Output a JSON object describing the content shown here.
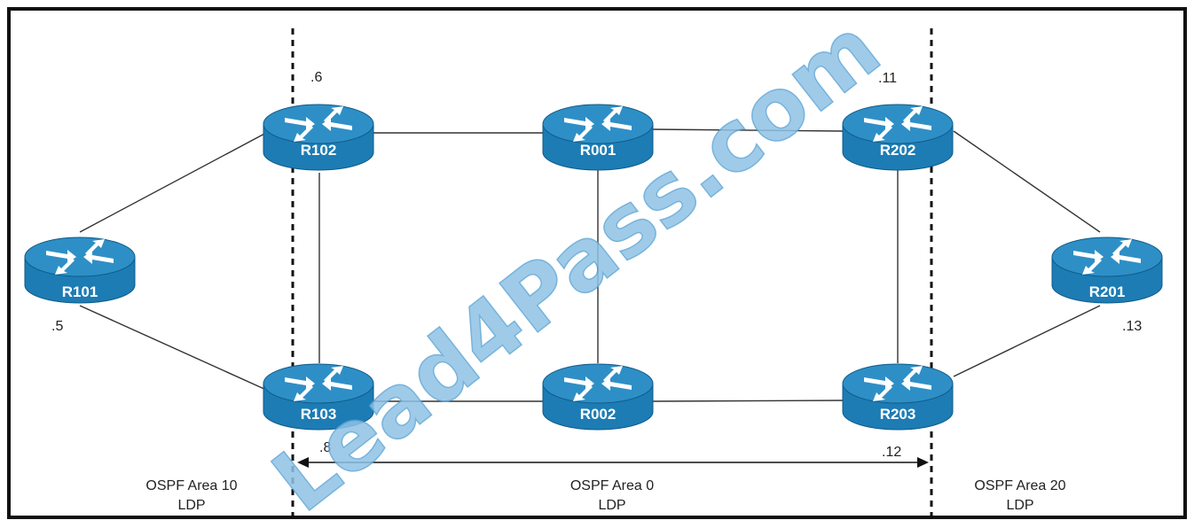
{
  "routers": [
    {
      "id": "R101",
      "label": "R101"
    },
    {
      "id": "R102",
      "label": "R102"
    },
    {
      "id": "R103",
      "label": "R103"
    },
    {
      "id": "R001",
      "label": "R001"
    },
    {
      "id": "R002",
      "label": "R002"
    },
    {
      "id": "R202",
      "label": "R202"
    },
    {
      "id": "R203",
      "label": "R203"
    },
    {
      "id": "R201",
      "label": "R201"
    }
  ],
  "links": [
    [
      "R101",
      "R102"
    ],
    [
      "R101",
      "R103"
    ],
    [
      "R102",
      "R103"
    ],
    [
      "R102",
      "R001"
    ],
    [
      "R103",
      "R002"
    ],
    [
      "R001",
      "R002"
    ],
    [
      "R001",
      "R202"
    ],
    [
      "R002",
      "R203"
    ],
    [
      "R202",
      "R203"
    ],
    [
      "R202",
      "R201"
    ],
    [
      "R203",
      "R201"
    ]
  ],
  "ip_labels": {
    "r101": ".5",
    "r102": ".6",
    "r103": ".8",
    "r202": ".11",
    "r203": ".12",
    "r201": ".13"
  },
  "areas": {
    "area10_name": "OSPF Area 10",
    "area10_protocol": "LDP",
    "area0_name": "OSPF Area 0",
    "area0_protocol": "LDP",
    "area20_name": "OSPF Area 20",
    "area20_protocol": "LDP"
  },
  "watermark": "Lead4Pass.com",
  "colors": {
    "router_fill": "#1d7cb4",
    "watermark": "#8fc3e6"
  }
}
